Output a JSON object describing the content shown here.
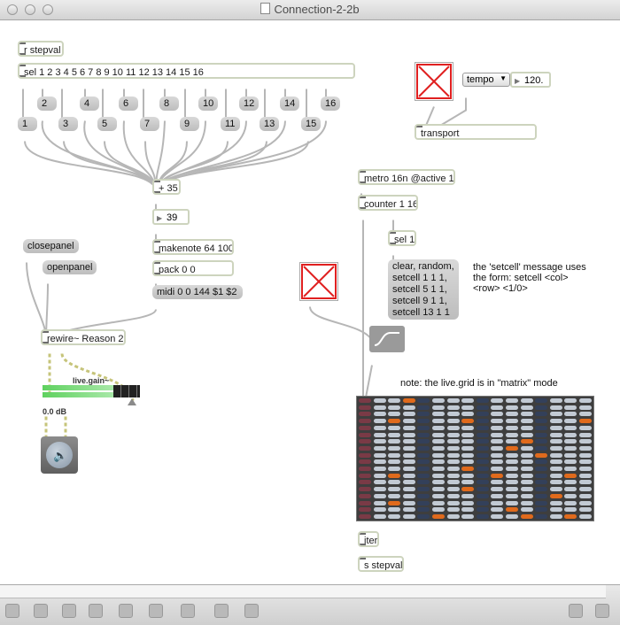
{
  "window": {
    "title": "Connection-2-2b"
  },
  "objects": {
    "r_stepval": "r stepval",
    "sel_row": "sel 1 2 3 4 5 6 7 8 9 10 11 12 13 14 15 16",
    "plus": "+ 35",
    "number39": "39",
    "makenote": "makenote 64 100",
    "pack": "pack 0 0",
    "midi": "midi 0 0 144 $1 $2",
    "rewire": "rewire~ Reason 2",
    "transport": "transport",
    "tempo": "tempo",
    "tempo_val": "120.",
    "metro": "metro 16n @active 1",
    "counter": "counter 1 16",
    "sel1": "sel 1",
    "iter": "iter",
    "s_stepval": "s stepval"
  },
  "messages": {
    "closepanel": "closepanel",
    "openpanel": "openpanel",
    "clear_line1": "clear, random,",
    "clear_line2": "setcell 1 1 1,",
    "clear_line3": "setcell 5 1 1,",
    "clear_line4": "setcell 9 1 1,",
    "clear_line5": "setcell 13 1 1",
    "steps_top": [
      "2",
      "4",
      "6",
      "8",
      "10",
      "12",
      "14",
      "16"
    ],
    "steps_bottom": [
      "1",
      "3",
      "5",
      "7",
      "9",
      "11",
      "13",
      "15"
    ]
  },
  "comments": {
    "setcell": "the 'setcell' message uses\nthe form: setcell <col>\n<row> <1/0>",
    "matrix": "note: the live.grid is in \"matrix\" mode"
  },
  "gain": {
    "label": "live.gain~",
    "db": "0.0 dB"
  },
  "grid": {
    "cols": 16,
    "rows": 18,
    "colors": {
      "bg": "#3e3e3e",
      "light": "#c2cad4",
      "dark": "#33405a",
      "first": "#7a3a46",
      "on": "#e06a1c"
    },
    "dark_cols": [
      0,
      4,
      8,
      12
    ],
    "on_cells": [
      [
        3,
        0
      ],
      [
        2,
        3
      ],
      [
        7,
        3
      ],
      [
        15,
        3
      ],
      [
        11,
        6
      ],
      [
        10,
        7
      ],
      [
        12,
        8
      ],
      [
        7,
        10
      ],
      [
        2,
        11
      ],
      [
        9,
        11
      ],
      [
        14,
        11
      ],
      [
        7,
        13
      ],
      [
        13,
        14
      ],
      [
        2,
        15
      ],
      [
        10,
        16
      ],
      [
        5,
        17
      ],
      [
        11,
        17
      ],
      [
        14,
        17
      ]
    ]
  },
  "colors": {
    "wire": "#9c9c9c",
    "signal": "#c8c86a",
    "bang_x": "#e02020"
  },
  "toolbar": [
    "lock-icon",
    "presentation-icon",
    "patchcord-icon",
    "delete-icon",
    "inspector-icon",
    "info-icon",
    "connect-icon",
    "grid-icon",
    "debug-icon",
    "sidebar-left-icon",
    "sidebar-right-icon"
  ]
}
